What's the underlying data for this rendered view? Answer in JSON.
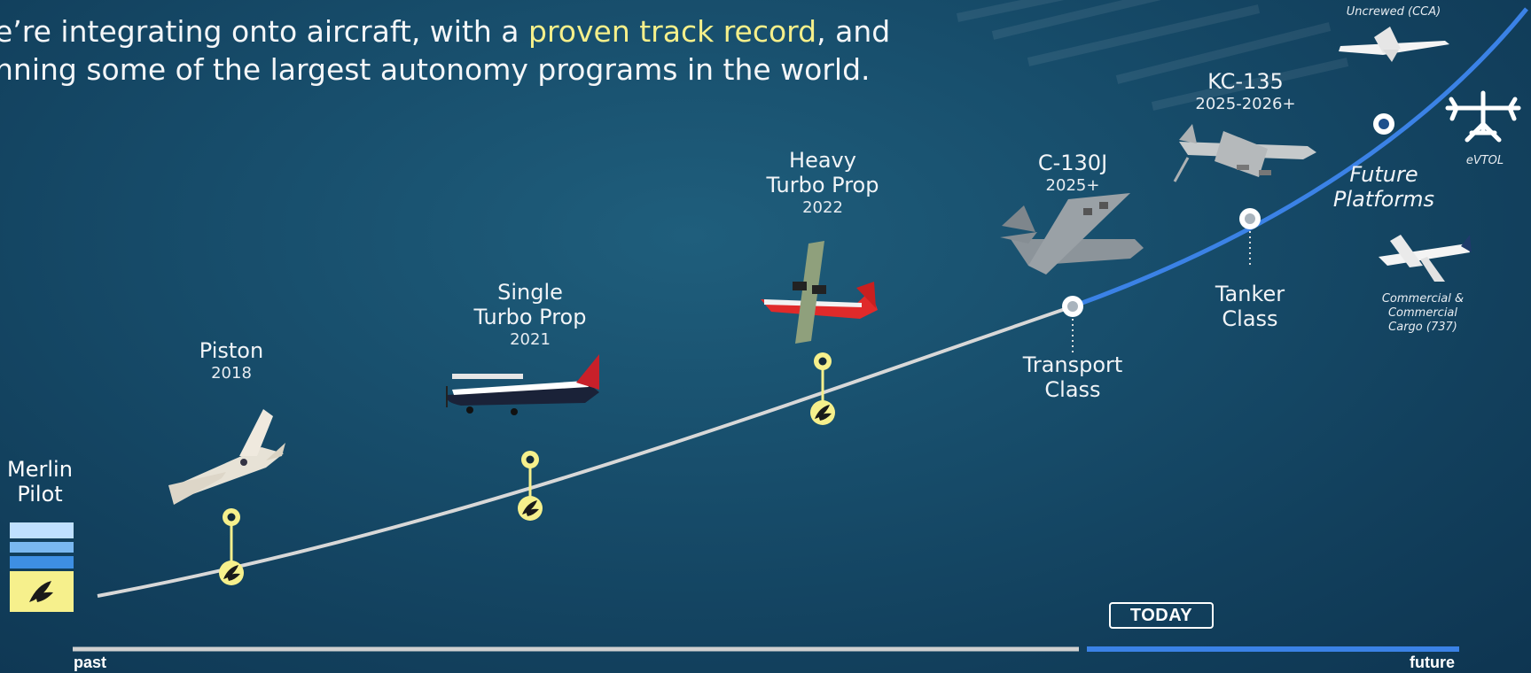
{
  "headline": {
    "line1_prefix": "e’re integrating onto aircraft, with a ",
    "line1_highlight": "proven track record",
    "line1_suffix": ", and",
    "line2": "nning some of the largest autonomy programs in the world."
  },
  "merlin_pilot": {
    "line1": "Merlin",
    "line2": "Pilot"
  },
  "milestones": [
    {
      "name": "Piston",
      "year": "2018"
    },
    {
      "name_line1": "Single",
      "name_line2": "Turbo Prop",
      "year": "2021"
    },
    {
      "name_line1": "Heavy",
      "name_line2": "Turbo Prop",
      "year": "2022"
    }
  ],
  "platforms": {
    "c130": {
      "name": "C-130J",
      "year": "2025+"
    },
    "kc135": {
      "name": "KC-135",
      "year": "2025-2026+"
    }
  },
  "classes": {
    "transport": {
      "line1": "Transport",
      "line2": "Class"
    },
    "tanker": {
      "line1": "Tanker",
      "line2": "Class"
    },
    "future": {
      "line1": "Future",
      "line2": "Platforms"
    }
  },
  "future_examples": {
    "cca": "Uncrewed (CCA)",
    "evtol": "eVTOL",
    "commercial_line1": "Commercial &",
    "commercial_line2": "Commercial",
    "commercial_line3": "Cargo (737)"
  },
  "timeline": {
    "today": "TODAY",
    "past": "past",
    "future": "future"
  },
  "colors": {
    "background": "#164a68",
    "past_curve": "#d8d8d8",
    "future_curve": "#3b82e6",
    "marker_yellow": "#f6f08c",
    "highlight_text": "#f5ef8a"
  }
}
